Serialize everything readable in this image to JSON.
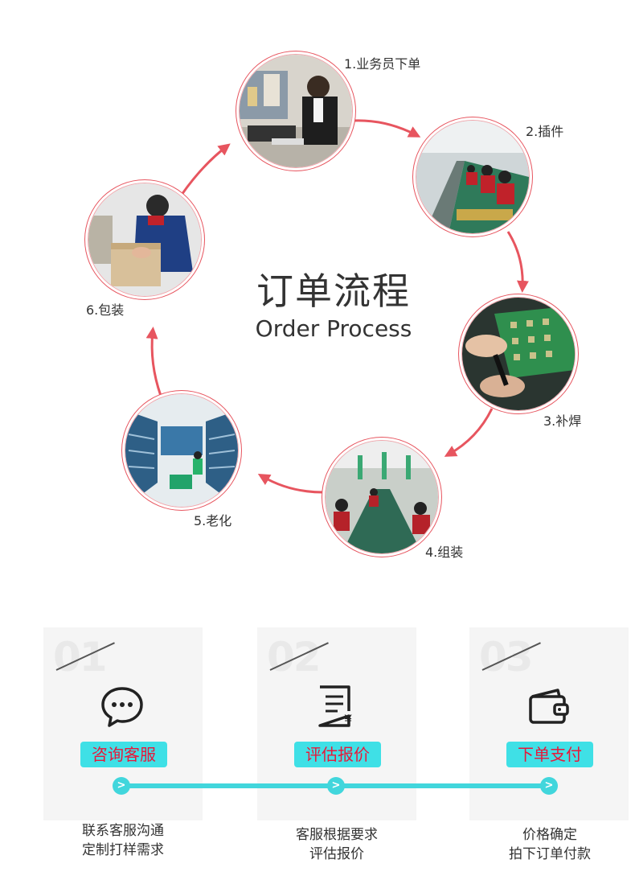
{
  "title": {
    "cn": "订单流程",
    "en": "Order Process"
  },
  "steps": [
    {
      "label": "1.业务员下单",
      "photo": "office-computer-photo"
    },
    {
      "label": "2.插件",
      "photo": "assembly-line-photo"
    },
    {
      "label": "3.补焊",
      "photo": "soldering-photo"
    },
    {
      "label": "4.组装",
      "photo": "workshop-photo"
    },
    {
      "label": "5.老化",
      "photo": "aging-room-photo"
    },
    {
      "label": "6.包装",
      "photo": "packing-photo"
    }
  ],
  "cards": [
    {
      "num": "01",
      "icon": "chat-bubble-icon",
      "tag": "咨询客服",
      "line1": "联系客服沟通",
      "line2": "定制打样需求"
    },
    {
      "num": "02",
      "icon": "quote-document-icon",
      "tag": "评估报价",
      "line1": "客服根据要求",
      "line2": "评估报价"
    },
    {
      "num": "03",
      "icon": "wallet-icon",
      "tag": "下单支付",
      "line1": "价格确定",
      "line2": "拍下订单付款"
    }
  ],
  "timeline_node_glyph": ">",
  "colors": {
    "accent_red": "#e7555f",
    "cyan": "#41d6dc",
    "tag_text": "#e8183a"
  }
}
